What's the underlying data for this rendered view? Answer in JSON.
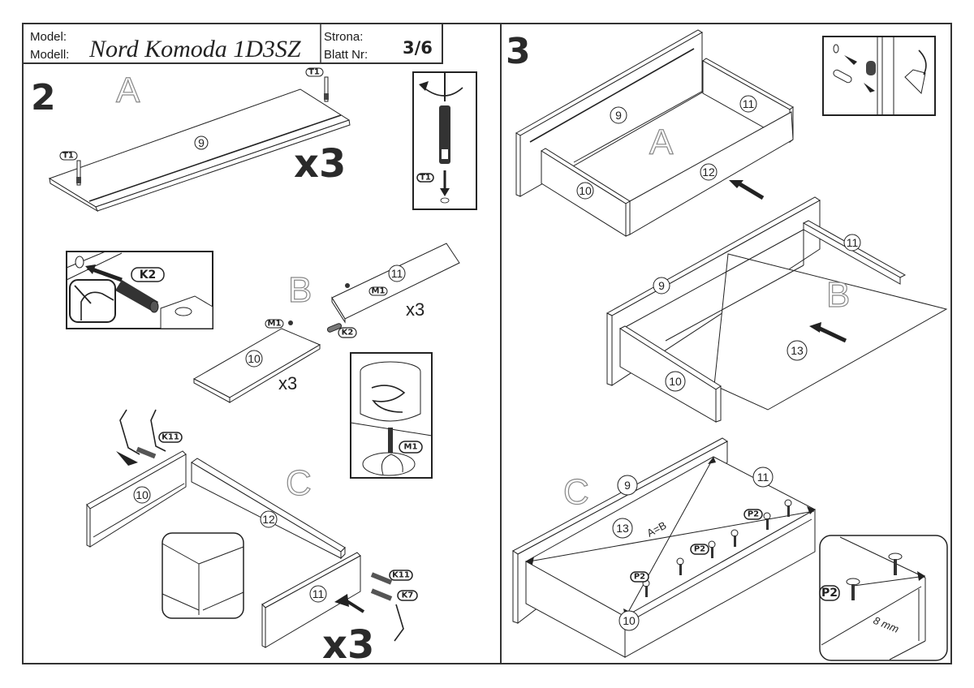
{
  "header": {
    "model_label_1": "Model:",
    "model_label_2": "Modell:",
    "model_name": "Nord Komoda 1D3SZ",
    "page_label_1": "Strona:",
    "page_label_2": "Blatt Nr:",
    "page_number": "3/6"
  },
  "step2": {
    "number": "2",
    "sub_a": {
      "letter": "A",
      "part": "9",
      "quantity": "x3",
      "fittings": [
        "T1",
        "T1"
      ],
      "detail_fitting": "T1"
    },
    "sub_b": {
      "letter": "B",
      "parts": [
        "10",
        "11"
      ],
      "quantities": [
        "x3",
        "x3"
      ],
      "fittings": [
        "M1",
        "M1",
        "K2"
      ],
      "detail_fitting": "K2",
      "cam_detail_fitting": "M1"
    },
    "sub_c": {
      "letter": "C",
      "parts": [
        "10",
        "12",
        "11"
      ],
      "quantity": "x3",
      "fittings": [
        "K11",
        "K11",
        "K7"
      ]
    }
  },
  "step3": {
    "number": "3",
    "sub_a": {
      "letter": "A",
      "parts": [
        "9",
        "11",
        "10",
        "12"
      ]
    },
    "sub_b": {
      "letter": "B",
      "parts": [
        "9",
        "11",
        "10",
        "13"
      ]
    },
    "sub_c": {
      "letter": "C",
      "parts": [
        "9",
        "11",
        "13",
        "10"
      ],
      "diagonal_note": "A=B",
      "fittings": [
        "P2",
        "P2",
        "P2"
      ],
      "detail_fitting": "P2",
      "spacing": "8 mm"
    }
  }
}
